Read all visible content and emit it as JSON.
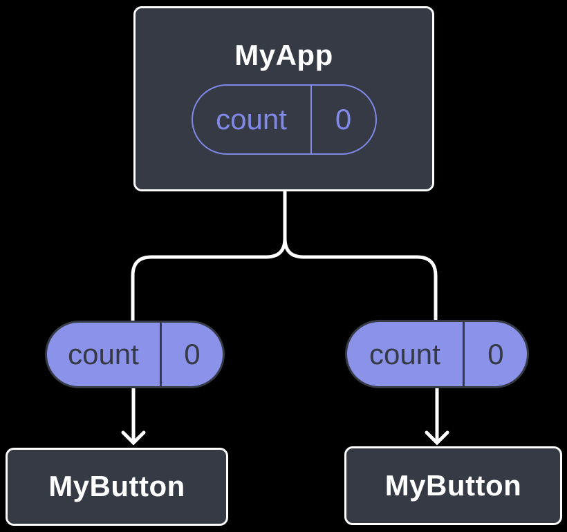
{
  "diagram": {
    "description_labels": {
      "root_component": "MyApp",
      "child_component": "MyButton"
    },
    "root": {
      "label": "MyApp",
      "state": {
        "name": "count",
        "value": "0"
      }
    },
    "props": [
      {
        "name": "count",
        "value": "0"
      },
      {
        "name": "count",
        "value": "0"
      }
    ],
    "children": [
      {
        "label": "MyButton"
      },
      {
        "label": "MyButton"
      }
    ],
    "colors": {
      "background": "#000000",
      "box_fill": "#353a45",
      "box_border": "#ffffff",
      "accent_purple_stroke": "#8089e8",
      "pill_fill": "#8b92ea",
      "pill_text_dark": "#353a45",
      "connector": "#ffffff",
      "title_text": "#ffffff"
    }
  }
}
